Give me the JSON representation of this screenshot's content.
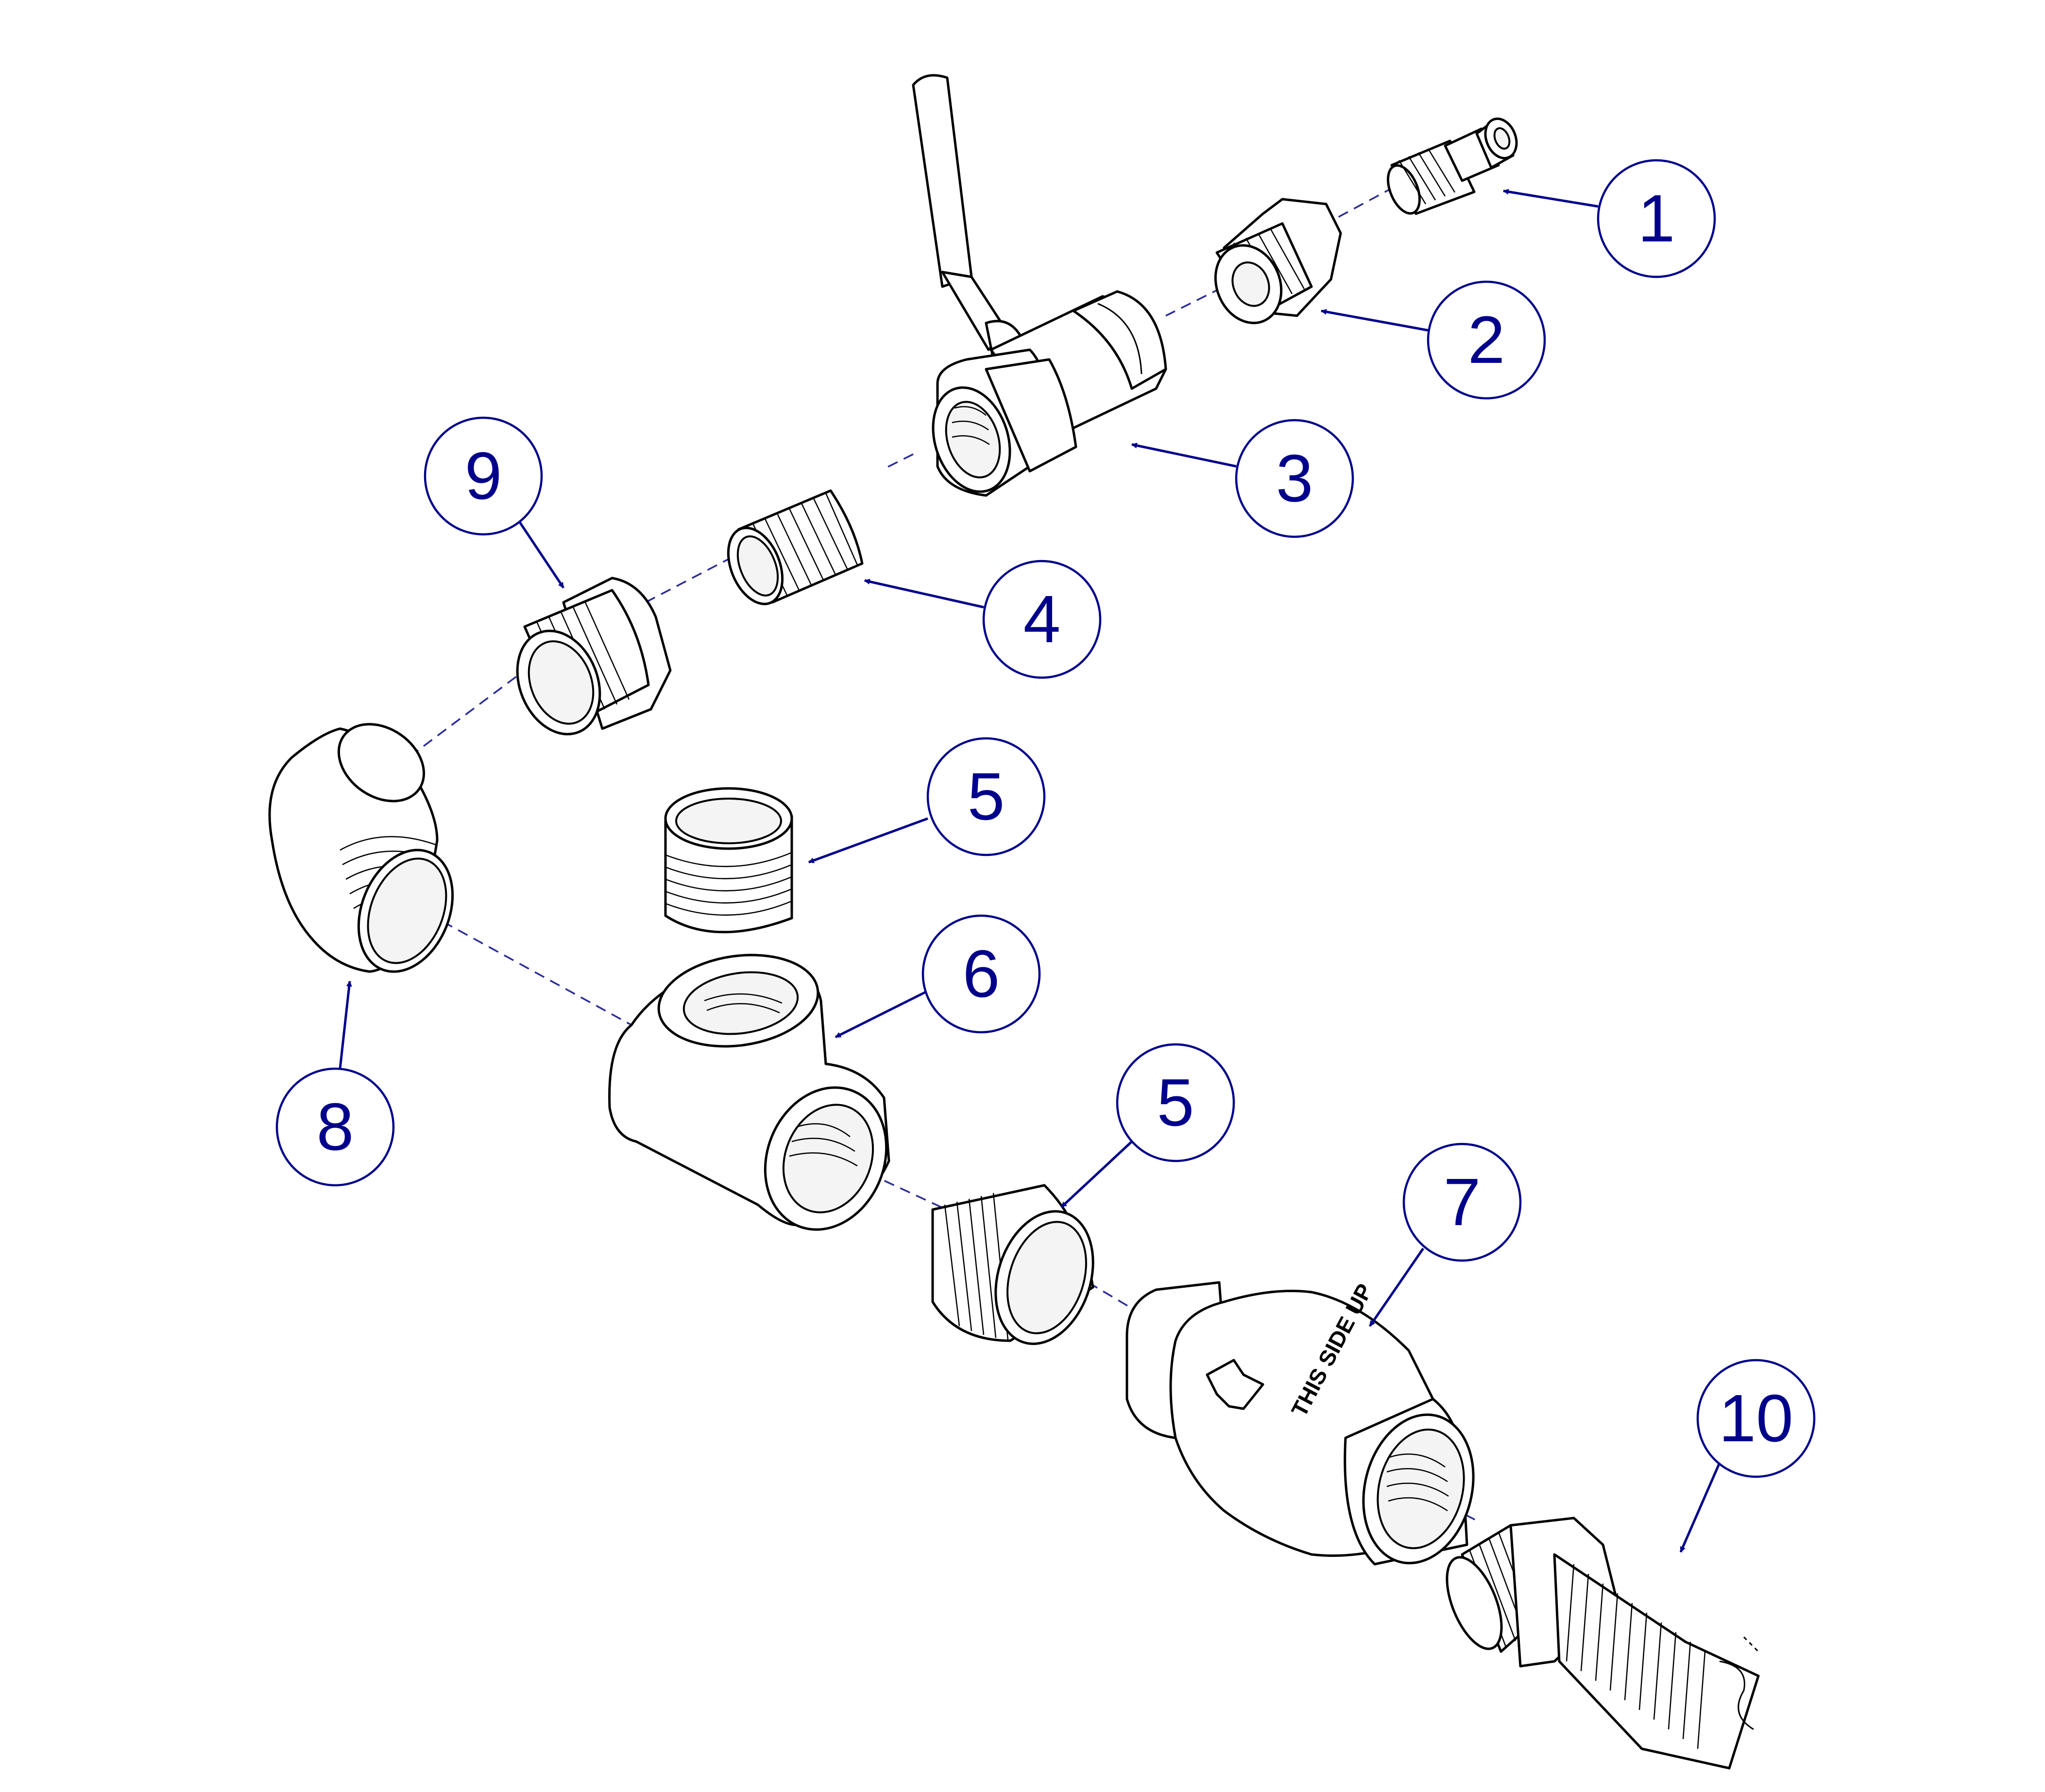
{
  "callouts": [
    {
      "id": "1",
      "label": "1"
    },
    {
      "id": "2",
      "label": "2"
    },
    {
      "id": "3",
      "label": "3"
    },
    {
      "id": "4",
      "label": "4"
    },
    {
      "id": "5a",
      "label": "5"
    },
    {
      "id": "5b",
      "label": "5"
    },
    {
      "id": "6",
      "label": "6"
    },
    {
      "id": "7",
      "label": "7"
    },
    {
      "id": "8",
      "label": "8"
    },
    {
      "id": "9",
      "label": "9"
    },
    {
      "id": "10",
      "label": "10"
    }
  ],
  "check_valve": {
    "upright_marking": "THIS SIDE UP"
  },
  "colors": {
    "callout": "#00008b",
    "centerline": "#2b2b9a",
    "linework": "#000000"
  }
}
